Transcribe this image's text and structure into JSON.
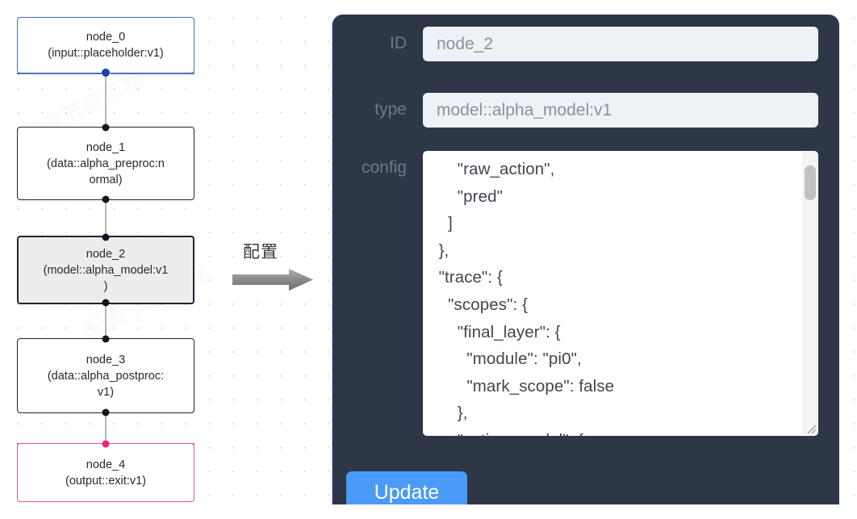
{
  "graph": {
    "nodes": [
      {
        "id": "node_0",
        "label": "node_0\n(input::placeholder:v1)",
        "kind": "input",
        "selected": false
      },
      {
        "id": "node_1",
        "label": "node_1\n(data::alpha_preproc:n\normal)",
        "kind": "default",
        "selected": false
      },
      {
        "id": "node_2",
        "label": "node_2\n(model::alpha_model:v1\n)",
        "kind": "default",
        "selected": true
      },
      {
        "id": "node_3",
        "label": "node_3\n(data::alpha_postproc:\nv1)",
        "kind": "default",
        "selected": false
      },
      {
        "id": "node_4",
        "label": "node_4\n(output::exit:v1)",
        "kind": "output",
        "selected": false
      }
    ],
    "edges": [
      {
        "from": "node_0",
        "to": "node_1"
      },
      {
        "from": "node_1",
        "to": "node_2"
      },
      {
        "from": "node_2",
        "to": "node_3"
      },
      {
        "from": "node_3",
        "to": "node_4"
      }
    ],
    "colors": {
      "input_border": "#4a72b8",
      "output_border": "#e1539b",
      "default_border": "#1f2430",
      "selected_fill": "#ededed",
      "handle": "#14161d",
      "handle_blue": "#1c3fb5",
      "handle_pink": "#ef1f80",
      "edge": "#b6b6b6",
      "grid_dot": "#d8d8dd"
    },
    "watermarks": [
      "配置",
      "节点",
      "流程"
    ]
  },
  "arrow": {
    "label": "配置",
    "color": "#808080"
  },
  "panel": {
    "background": "#2e3748",
    "fields": [
      {
        "name": "id",
        "label": "ID",
        "value": "node_2"
      },
      {
        "name": "type",
        "label": "type",
        "value": "model::alpha_model:v1"
      },
      {
        "name": "config",
        "label": "config",
        "value": "      \"raw_action\",\n      \"pred\"\n    ]\n  },\n  \"trace\": {\n    \"scopes\": {\n      \"final_layer\": {\n        \"module\": \"pi0\",\n        \"mark_scope\": false\n      },\n      \"action_model\": {"
      }
    ],
    "update_label": "Update",
    "update_color": "#4a9bf7",
    "input_background": "#eef1f6",
    "input_text_color": "#8b919c",
    "label_color": "#6f7786"
  }
}
